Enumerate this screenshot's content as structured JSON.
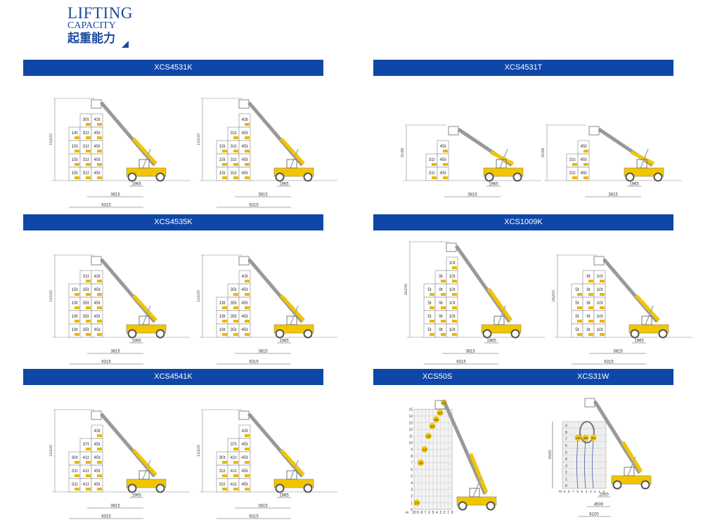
{
  "header": {
    "title_line1": "LIFTING",
    "title_line2": "CAPACITY",
    "title_cn": "起重能力"
  },
  "colors": {
    "brand_blue": "#0e47a8",
    "machine_yellow": "#f2c500",
    "badge_yellow": "#e8b800"
  },
  "sections": [
    {
      "title": "XCS4531K",
      "diagrams": [
        {
          "height": "15100",
          "dims": [
            "1965",
            "3815",
            "6315"
          ],
          "cols": 3,
          "rows": [
            [
              "",
              "30t",
              "43t"
            ],
            [
              "14t",
              "31t",
              "45t"
            ],
            [
              "15t",
              "31t",
              "45t"
            ],
            [
              "15t",
              "31t",
              "45t"
            ],
            [
              "15t",
              "31t",
              "45t"
            ]
          ]
        },
        {
          "height": "15100",
          "dims": [
            "1965",
            "3815",
            "6315"
          ],
          "cols": 3,
          "rows": [
            [
              "",
              "",
              "43t"
            ],
            [
              "",
              "31t",
              "45t"
            ],
            [
              "15t",
              "31t",
              "45t"
            ],
            [
              "15t",
              "31t",
              "45t"
            ],
            [
              "15t",
              "31t",
              "45t"
            ]
          ]
        }
      ]
    },
    {
      "title": "XCS4531T",
      "diagrams": [
        {
          "height": "9188",
          "dims": [
            "1965",
            "3815"
          ],
          "cols": 2,
          "rows": [
            [
              "",
              "45t"
            ],
            [
              "31t",
              "45t"
            ],
            [
              "31t",
              "45t"
            ]
          ]
        },
        {
          "height": "9188",
          "dims": [
            "1965",
            "3815"
          ],
          "cols": 2,
          "rows": [
            [
              "",
              "45t"
            ],
            [
              "31t",
              "45t"
            ],
            [
              "31t",
              "45t"
            ]
          ]
        }
      ]
    },
    {
      "title": "XCS4535K",
      "diagrams": [
        {
          "height": "15100",
          "dims": [
            "1965",
            "3815",
            "6315"
          ],
          "cols": 3,
          "rows": [
            [
              "",
              "31t",
              "43t"
            ],
            [
              "15t",
              "35t",
              "45t"
            ],
            [
              "19t",
              "35t",
              "45t"
            ],
            [
              "19t",
              "35t",
              "45t"
            ],
            [
              "19t",
              "35t",
              "45t"
            ]
          ]
        },
        {
          "height": "15100",
          "dims": [
            "1965",
            "3815",
            "6315"
          ],
          "cols": 3,
          "rows": [
            [
              "",
              "",
              "43t"
            ],
            [
              "",
              "35t",
              "45t"
            ],
            [
              "19t",
              "35t",
              "45t"
            ],
            [
              "19t",
              "35t",
              "45t"
            ],
            [
              "19t",
              "35t",
              "45t"
            ]
          ]
        }
      ]
    },
    {
      "title": "XCS1009K",
      "diagrams": [
        {
          "height": "16200",
          "dims": [
            "1965",
            "3815",
            "6315"
          ],
          "cols": 3,
          "rows": [
            [
              "",
              "",
              "10t"
            ],
            [
              "",
              "9t",
              "10t"
            ],
            [
              "5t",
              "9t",
              "10t"
            ],
            [
              "5t",
              "9t",
              "10t"
            ],
            [
              "5t",
              "9t",
              "10t"
            ],
            [
              "5t",
              "9t",
              "10t"
            ]
          ]
        },
        {
          "height": "16200",
          "dims": [
            "1965",
            "3815",
            "6315"
          ],
          "cols": 3,
          "rows": [
            [
              "",
              "9t",
              "10t"
            ],
            [
              "5t",
              "9t",
              "10t"
            ],
            [
              "5t",
              "9t",
              "10t"
            ],
            [
              "5t",
              "9t",
              "10t"
            ],
            [
              "5t",
              "9t",
              "10t"
            ]
          ]
        }
      ]
    },
    {
      "title": "XCS4541K",
      "diagrams": [
        {
          "height": "15100",
          "dims": [
            "1965",
            "3815",
            "6315"
          ],
          "cols": 3,
          "rows": [
            [
              "",
              "",
              "43t"
            ],
            [
              "",
              "37t",
              "45t"
            ],
            [
              "30t",
              "41t",
              "45t"
            ],
            [
              "31t",
              "41t",
              "45t"
            ],
            [
              "31t",
              "41t",
              "45t"
            ]
          ]
        },
        {
          "height": "15100",
          "dims": [
            "1965",
            "3815",
            "6315"
          ],
          "cols": 3,
          "rows": [
            [
              "",
              "",
              "43t"
            ],
            [
              "",
              "37t",
              "45t"
            ],
            [
              "30t",
              "41t",
              "45t"
            ],
            [
              "31t",
              "41t",
              "45t"
            ],
            [
              "31t",
              "41t",
              "45t"
            ]
          ]
        }
      ]
    },
    {
      "titles": [
        "XCS50S",
        "XCS31W"
      ],
      "xcs50s": {
        "y_ticks": [
          "0",
          "1",
          "2",
          "3",
          "4",
          "5",
          "6",
          "7",
          "8",
          "9",
          "10",
          "11",
          "12",
          "13",
          "14",
          "15"
        ],
        "y_unit": "m",
        "x_ticks": [
          "20",
          "9",
          "8",
          "7",
          "6",
          "5",
          "4",
          "3",
          "2",
          "1",
          "0"
        ],
        "loads": [
          {
            "h": 1,
            "t": "27t"
          },
          {
            "h": 7,
            "t": "16t"
          },
          {
            "h": 9,
            "t": "22t"
          },
          {
            "h": 11,
            "t": "25t"
          },
          {
            "h": 12.5,
            "t": "28t"
          },
          {
            "h": 13.5,
            "t": "35t"
          },
          {
            "h": 14.5,
            "t": "40t"
          },
          {
            "h": 16,
            "t": "50t"
          }
        ]
      },
      "xcs31w": {
        "height": "9590",
        "y_ticks": [
          "0",
          "1",
          "2",
          "3",
          "4",
          "5",
          "6",
          "7",
          "8",
          "9"
        ],
        "y_unit": "m",
        "x_ticks": [
          "9",
          "8",
          "7",
          "6",
          "5",
          "4",
          "3",
          "2",
          "1",
          "0"
        ],
        "loads": [
          "14t",
          "20t",
          "31t"
        ],
        "dims": [
          "2000",
          "4500",
          "6100"
        ]
      }
    }
  ]
}
